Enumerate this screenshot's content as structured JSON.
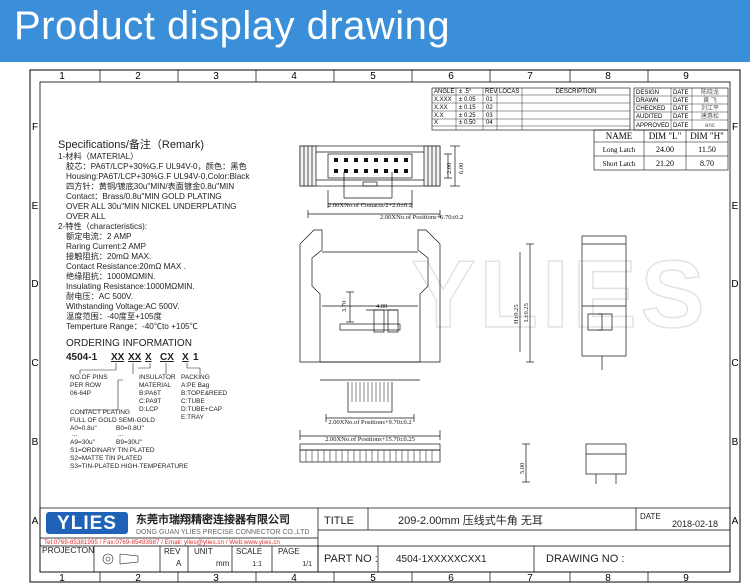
{
  "banner": {
    "title": "Product display drawing",
    "color": "#3b8fd9"
  },
  "grid": {
    "cols": [
      "1",
      "2",
      "3",
      "4",
      "5",
      "6",
      "7",
      "8",
      "9"
    ],
    "rows": [
      "F",
      "E",
      "D",
      "C",
      "B",
      "A"
    ]
  },
  "tolerance": {
    "headers": [
      "ANGLE",
      "± .5°",
      "REV",
      "LOCAS",
      "DESCRIPTION"
    ],
    "rows": [
      {
        "k": "X.XXX",
        "v": "± 0.05",
        "rev": "01"
      },
      {
        "k": "X.XX",
        "v": "± 0.15",
        "rev": "02"
      },
      {
        "k": "X.X",
        "v": "± 0.25",
        "rev": "03"
      },
      {
        "k": "X",
        "v": "± 0.50",
        "rev": "04"
      }
    ]
  },
  "signoff": {
    "rows": [
      {
        "role": "DESIGN",
        "date": "DATE",
        "name": "陈晓龙"
      },
      {
        "role": "DRAWN",
        "date": "DATE",
        "name": "黄 飞"
      },
      {
        "role": "CHECKED",
        "date": "DATE",
        "name": "刘江平"
      },
      {
        "role": "AUDITED",
        "date": "DATE",
        "name": "唐惠松"
      },
      {
        "role": "APPROVED",
        "date": "DATE",
        "name": "enc"
      }
    ]
  },
  "dimtable": {
    "headers": [
      "NAME",
      "DIM \"L\"",
      "DIM \"H\""
    ],
    "rows": [
      [
        "Long Latch",
        "24.00",
        "11.50"
      ],
      [
        "Short Latch",
        "21.20",
        "8.70"
      ]
    ]
  },
  "specs": {
    "title": "Specifications/备注（Remark)",
    "lines": [
      "1-材料（MATERIAL）",
      "胶芯：PA6T/LCP+30%G.F UL94V-0，颜色：黑色",
      "Housing:PA6T/LCP+30%G.F UL94V-0,Color:Black",
      "四方针：黄铜/镀底30u\"MIN/表面镀金0.8u\"MIN",
      "Contact：Brass/0.8u\"MIN GOLD PLATING",
      "OVER ALL 30u\"MIN NICKEL UNDERPLATING",
      "OVER ALL",
      "2-特性（characteristics):",
      "额定电流：2 AMP",
      "Raring Current:2 AMP",
      "接触阻抗：20mΩ MAX.",
      "Contact Resistance:20mΩ MAX .",
      "绝缘阻抗：1000MΩMIN.",
      "Insulating Resistance:1000MΩMIN.",
      "耐电压：AC 500V.",
      "Withstanding Voltage:AC 500V.",
      "温度范围：-40度至+105度",
      "Temperture Range：-40℃to +105℃"
    ]
  },
  "ordering": {
    "title": "ORDERING INFORMATION",
    "code": [
      "4504-1",
      "XX",
      "XX",
      "X",
      "CX",
      "X",
      "1"
    ],
    "pins": [
      "NO.OF PINS",
      "PER ROW",
      "06-64P"
    ],
    "insulator": [
      "INSULATOR",
      "MATERIAL",
      "B:PA6T",
      "C:PA9T",
      "D:LCP"
    ],
    "packing": [
      "PACKING",
      "A:PE Bag",
      "B:TOPE&REED",
      "C:TUBE",
      "D:TUBE+CAP",
      "E:TRAY"
    ],
    "plating_title": [
      "CONTACT PLATING",
      "FULL OF GOLD SEMI-GOLD"
    ],
    "plating_opts": [
      [
        "A0=0.8u\"",
        "B0=0.8U\""
      ],
      [
        "...",
        "..."
      ],
      [
        "A9=30u\"",
        "B9=30U\""
      ]
    ],
    "tail": [
      "S1=ORDINARY TIN PLATED",
      "S2=MATTE TIN PLATED",
      "S3=TIN-PLATED HIGH-TEMPERATURE"
    ]
  },
  "dims": {
    "top_width": "6.00",
    "top_height": "2.00",
    "contacts": "2.00XNo.of Contacts/2+2.0±0.2",
    "positions_top": "2.00XNo.of Positions+6.70±0.2",
    "h370": "3.70",
    "w400": "4.00",
    "L": "L±0.25",
    "H": "H±0.25",
    "positions_mid": "2.00XNo.of Positions+9.70±0.2",
    "positions_bot": "2.00XNo.of Positions+15.70±0.25",
    "side_h": "5.00"
  },
  "watermark": "YLIES",
  "titleblock": {
    "logo": "YLIES",
    "company_cn": "东莞市瑞翔精密连接器有限公司",
    "company_en": "DONG GUAN YLIES PRECISE CONNECTOR CO.,LTD",
    "contact_line": "Tel:0769-85381995 / Fax:0769-85493987 / Email: ylies@ylies.cn / Web:www.ylies.cn",
    "title_label": "TITLE",
    "title_value": "209-2.00mm 压线式牛角 无耳",
    "date_label": "DATE",
    "date_value": "2018-02-18",
    "projection_label": "PROJECTON",
    "rev_label": "REV",
    "rev_value": "A",
    "unit_label": "UNIT",
    "unit_value": "mm",
    "scale_label": "SCALE",
    "scale_value": "1:1",
    "page_label": "PAGE",
    "page_value": "1/1",
    "partno_label": "PART NO :",
    "partno_value": "4504-1XXXXXCXX1",
    "drawing_label": "DRAWING NO :",
    "logo_color": "#1e63b8"
  }
}
